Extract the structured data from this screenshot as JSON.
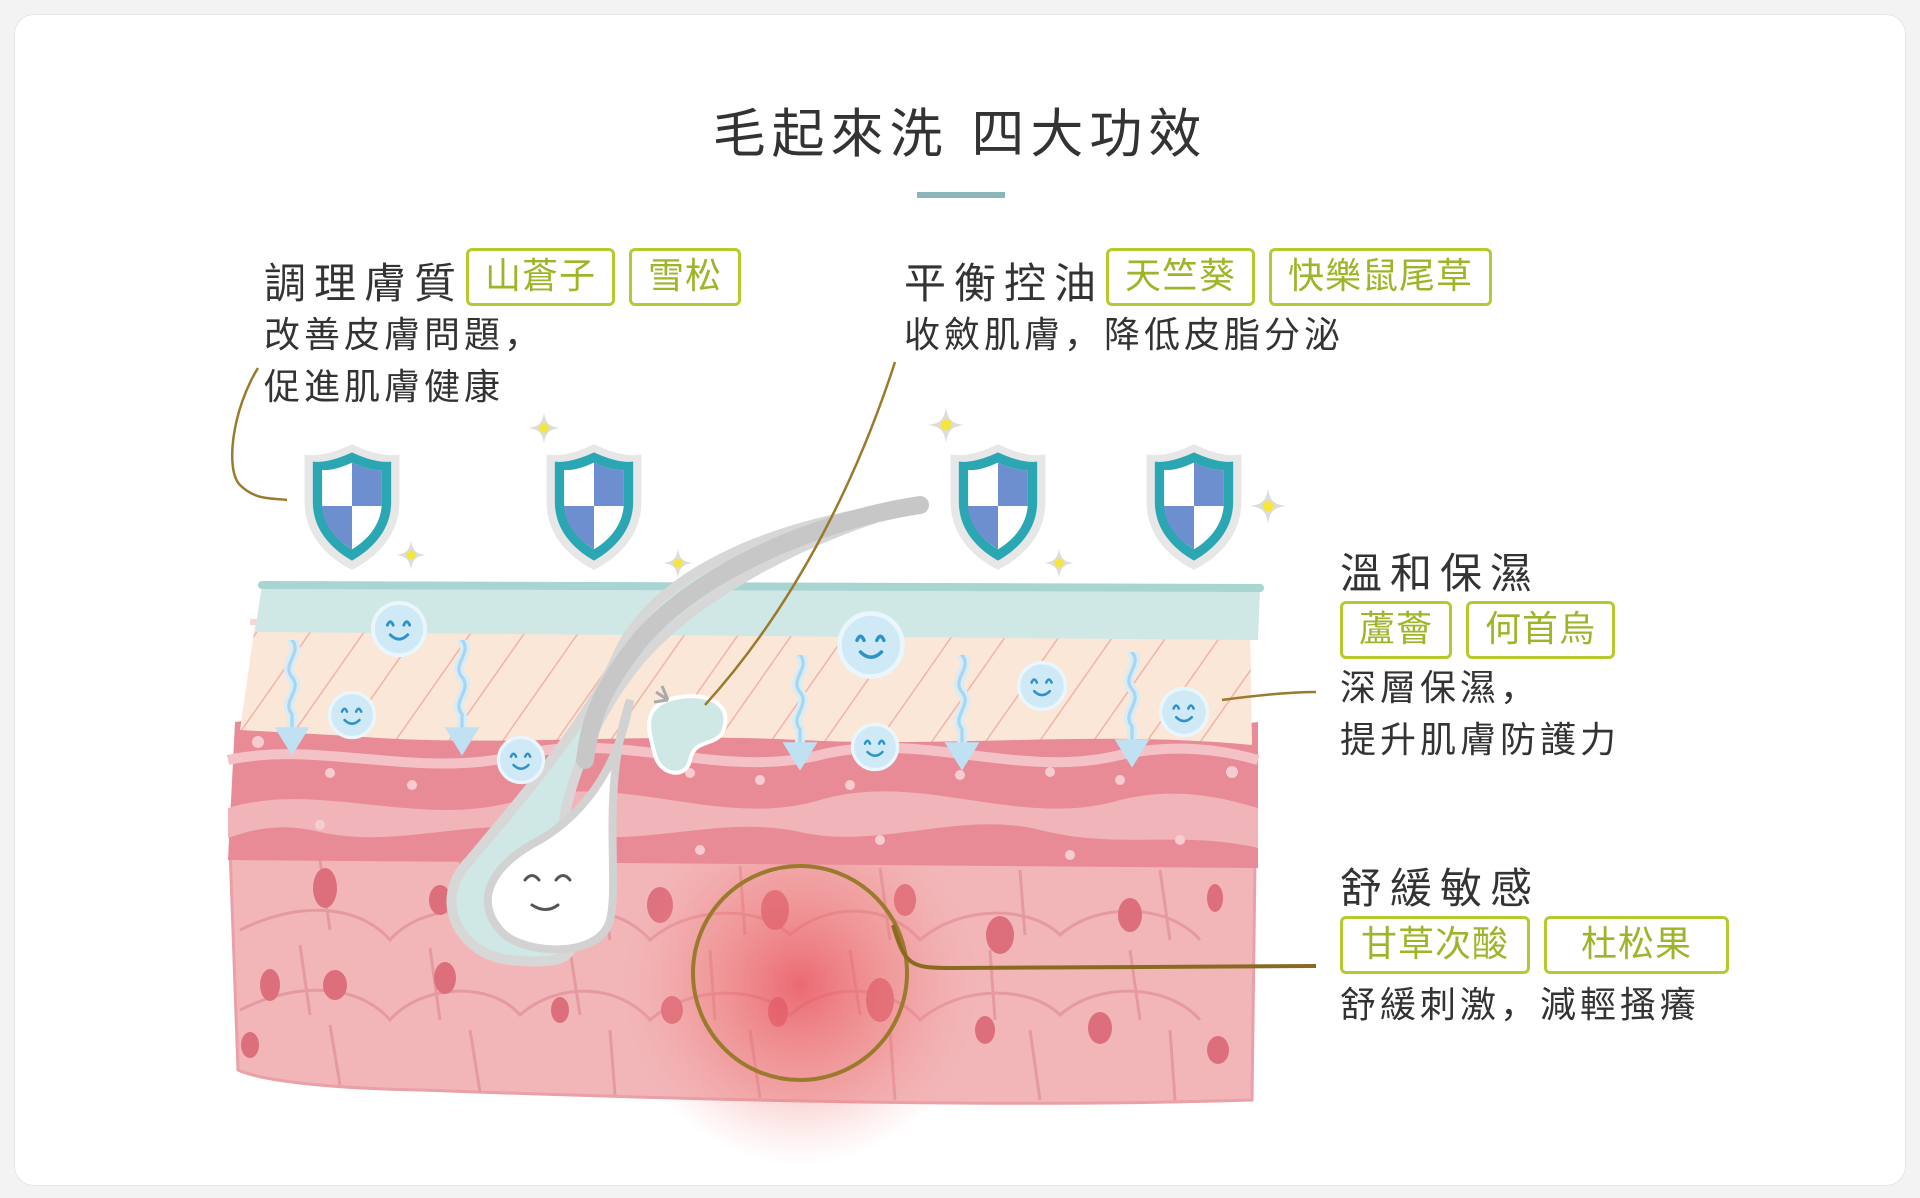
{
  "title": "毛起來洗 四大功效",
  "effects": [
    {
      "heading": "調理膚質",
      "tags": [
        "山蒼子",
        "雪松"
      ],
      "desc": [
        "改善皮膚問題，",
        "促進肌膚健康"
      ]
    },
    {
      "heading": "平衡控油",
      "tags": [
        "天竺葵",
        "快樂鼠尾草"
      ],
      "desc": [
        "收斂肌膚，降低皮脂分泌"
      ]
    },
    {
      "heading": "溫和保濕",
      "tags": [
        "蘆薈",
        "何首烏"
      ],
      "desc": [
        "深層保濕，",
        "提升肌膚防護力"
      ]
    },
    {
      "heading": "舒緩敏感",
      "tags": [
        "甘草次酸",
        "杜松果"
      ],
      "desc": [
        "舒緩刺激，減輕搔癢"
      ]
    }
  ],
  "icons": [
    "shield-icon",
    "sparkle-icon",
    "smiley-droplet-icon",
    "water-arrow-icon",
    "hair-follicle-icon"
  ],
  "colors": {
    "accent_rule": "#8bb5b8",
    "tag_green": "#b6c92f",
    "leader_brown": "#9b7a2e",
    "shield_teal": "#2aa7b2",
    "shield_blue": "#6d8fd0"
  }
}
